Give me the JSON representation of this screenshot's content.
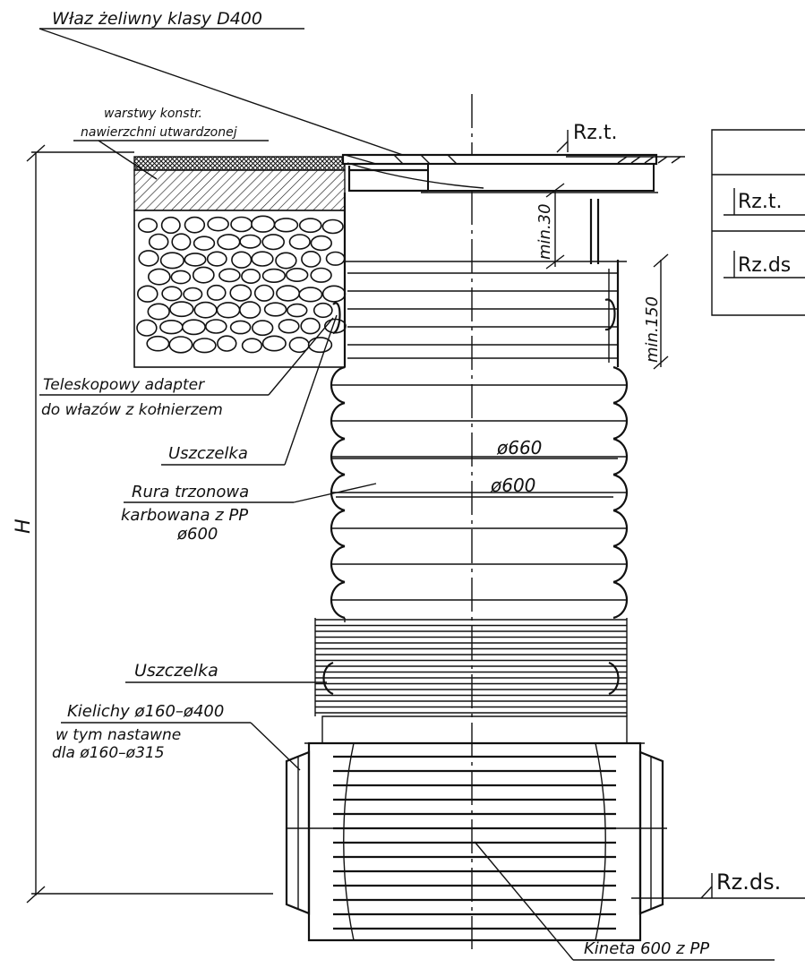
{
  "labels": {
    "manhole_cover": "Właz żeliwny klasy D400",
    "pavement_line1": "warstwy konstr.",
    "pavement_line2": "nawierzchni utwardzonej",
    "adapter_line1": "Teleskopowy adapter",
    "adapter_line2": "do włazów z kołnierzem",
    "seal_upper": "Uszczelka",
    "pipe_line1": "Rura trzonowa",
    "pipe_line2": "karbowana z PP",
    "pipe_line3": "ø600",
    "seal_lower": "Uszczelka",
    "sockets_line1": "Kielichy ø160–ø400",
    "sockets_line2": "w tym nastawne",
    "sockets_line3": "dla ø160–ø315",
    "base": "Kineta 600 z PP",
    "height": "H"
  },
  "dimensions": {
    "min30": "min.30",
    "min150": "min.150",
    "outer_diameter": "ø660",
    "inner_diameter": "ø600"
  },
  "levels": {
    "terrain_top": "Rz.t.",
    "legend_terrain": "Rz.t.",
    "legend_bottom": "Rz.ds",
    "bottom": "Rz.ds."
  }
}
